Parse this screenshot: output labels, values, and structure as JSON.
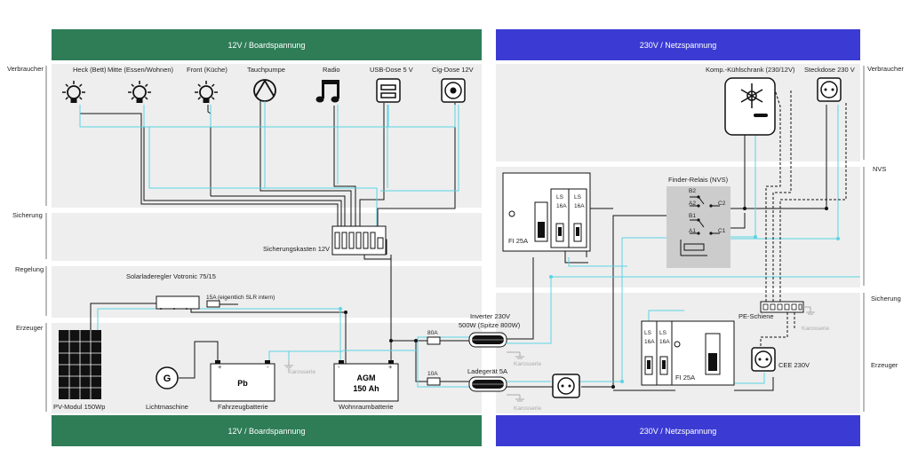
{
  "headers": {
    "left_top": "12V / Boardspannung",
    "right_top": "230V / Netzspannung",
    "left_bottom": "12V / Boardspannung",
    "right_bottom": "230V / Netzspannung"
  },
  "rows_left": {
    "verbraucher": "Verbraucher",
    "sicherung": "Sicherung",
    "regelung": "Regelung",
    "erzeuger": "Erzeuger"
  },
  "rows_right": {
    "verbraucher": "Verbraucher",
    "nvs": "NVS",
    "sicherung": "Sicherung",
    "erzeuger": "Erzeuger"
  },
  "consumers_12v": {
    "light_heck": "Heck (Bett)",
    "light_mitte": "Mitte (Essen/Wohnen)",
    "light_front": "Front (Küche)",
    "pump": "Tauchpumpe",
    "radio": "Radio",
    "usb": "USB-Dose 5 V",
    "cig": "Cig-Dose 12V"
  },
  "consumers_230v": {
    "fridge": "Komp.-Kühlschrank (230/12V)",
    "socket": "Steckdose 230 V"
  },
  "components": {
    "fuse_box": "Sicherungskasten 12V",
    "solar_controller": "Solarladeregler Votronic 75/15",
    "slr_fuse": "15A (eigentlich SLR intern)",
    "pv": "PV-Modul 150Wp",
    "alternator_symbol": "G",
    "alternator": "Lichtmaschine",
    "vehicle_battery_symbol": "Pb",
    "vehicle_battery": "Fahrzeugbatterie",
    "agm_line1": "AGM",
    "agm_line2": "150 Ah",
    "house_battery": "Wohnraumbatterie",
    "fuse_80a": "80A",
    "fuse_10a": "10A",
    "inverter_line1": "Inverter 230V",
    "inverter_line2": "500W (Spitze 800W)",
    "charger": "Ladegerät 5A",
    "chassis": "Karosserie",
    "relay": "Finder-Relais (NVS)",
    "relay_b2": "B2",
    "relay_a2": "A2",
    "relay_b1": "B1",
    "relay_a1": "A1",
    "relay_c2": "C2",
    "relay_c1": "C1",
    "pe_bar": "PE-Schiene",
    "cee": "CEE 230V",
    "fi_top": "FI 25A",
    "fi_bottom": "FI 25A",
    "ls": "LS",
    "ls_rating": "16A",
    "plus": "+",
    "minus": "-"
  },
  "colors": {
    "header_12v": "#2e7d57",
    "header_230v": "#3b3bd4",
    "neutral_wire": "#5ad4e4",
    "band": "#eeeeee"
  }
}
